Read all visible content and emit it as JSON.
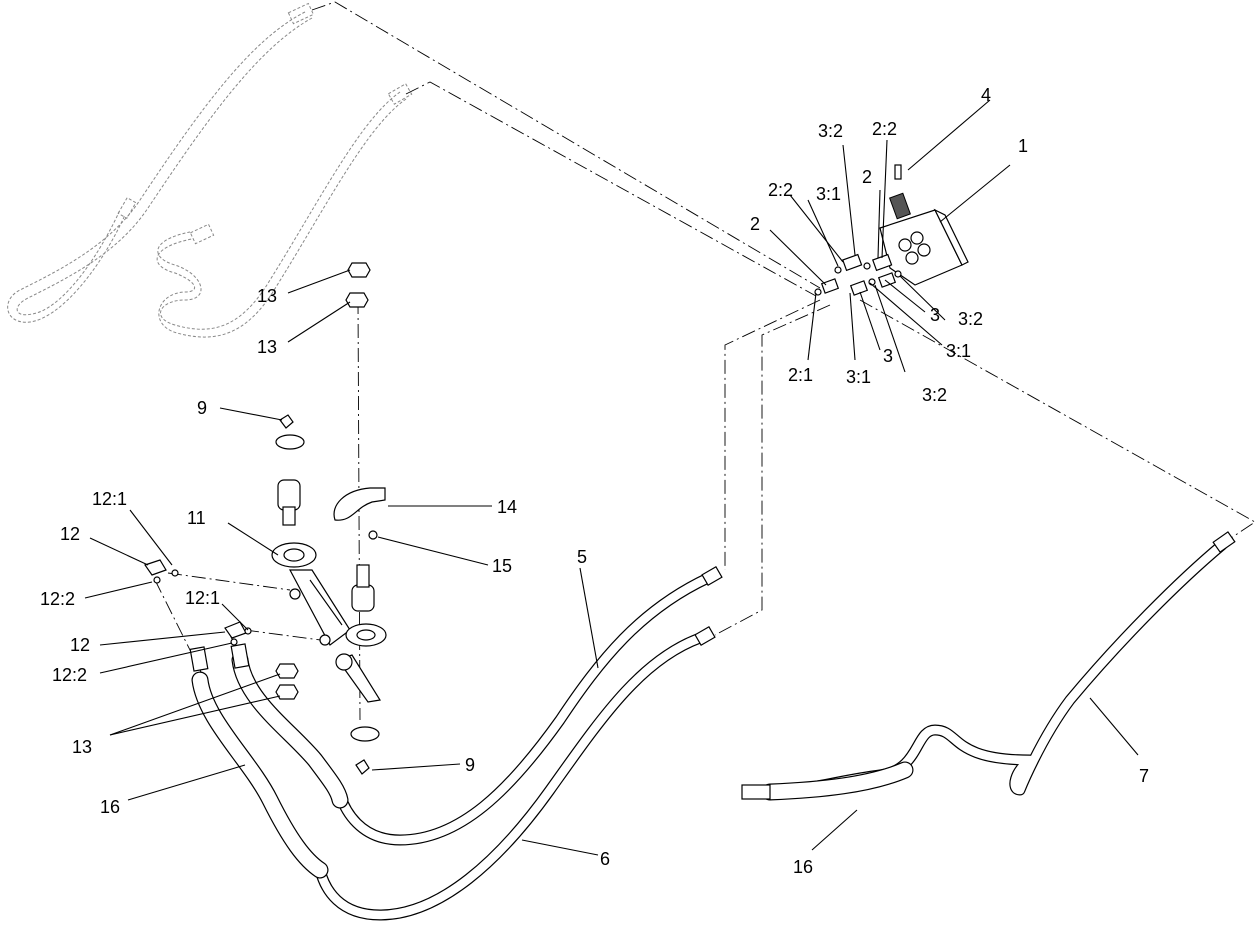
{
  "callouts": [
    {
      "id": "c1",
      "label": "1"
    },
    {
      "id": "c4",
      "label": "4"
    },
    {
      "id": "c32a",
      "label": "3:2"
    },
    {
      "id": "c22a",
      "label": "2:2"
    },
    {
      "id": "c2a",
      "label": "2"
    },
    {
      "id": "c22b",
      "label": "2:2"
    },
    {
      "id": "c31a",
      "label": "3:1"
    },
    {
      "id": "c2b",
      "label": "2"
    },
    {
      "id": "c3a",
      "label": "3"
    },
    {
      "id": "c32b",
      "label": "3:2"
    },
    {
      "id": "c31b",
      "label": "3:1"
    },
    {
      "id": "c3b",
      "label": "3"
    },
    {
      "id": "c32c",
      "label": "3:2"
    },
    {
      "id": "c21",
      "label": "2:1"
    },
    {
      "id": "c31c",
      "label": "3:1"
    },
    {
      "id": "c13a",
      "label": "13"
    },
    {
      "id": "c13b",
      "label": "13"
    },
    {
      "id": "c9a",
      "label": "9"
    },
    {
      "id": "c14",
      "label": "14"
    },
    {
      "id": "c15",
      "label": "15"
    },
    {
      "id": "c11",
      "label": "11"
    },
    {
      "id": "c121a",
      "label": "12:1"
    },
    {
      "id": "c12a",
      "label": "12"
    },
    {
      "id": "c122a",
      "label": "12:2"
    },
    {
      "id": "c121b",
      "label": "12:1"
    },
    {
      "id": "c12b",
      "label": "12"
    },
    {
      "id": "c122b",
      "label": "12:2"
    },
    {
      "id": "c13c",
      "label": "13"
    },
    {
      "id": "c16a",
      "label": "16"
    },
    {
      "id": "c9b",
      "label": "9"
    },
    {
      "id": "c5",
      "label": "5"
    },
    {
      "id": "c6",
      "label": "6"
    },
    {
      "id": "c7",
      "label": "7"
    },
    {
      "id": "c16b",
      "label": "16"
    }
  ]
}
